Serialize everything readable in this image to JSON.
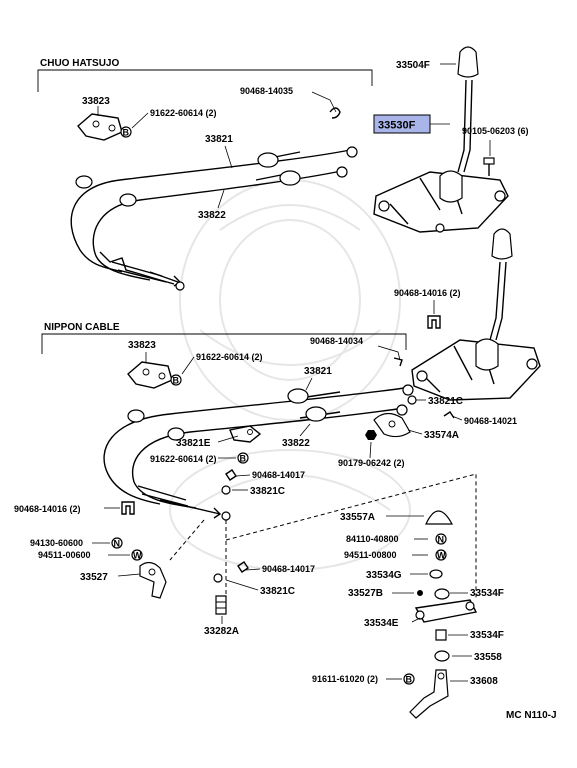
{
  "sections": {
    "top": "CHUO HATSUJO",
    "middle": "NIPPON CABLE"
  },
  "highlight": {
    "label": "33530F",
    "color": "#a9b4e8"
  },
  "footer_code": "MC N110-J",
  "labels": {
    "l33504F": "33504F",
    "l90105": "90105-06203 (6)",
    "l33823a": "33823",
    "l91622a": "91622-60614 (2)",
    "l90468_14035": "90468-14035",
    "l33821a": "33821",
    "l33822a": "33822",
    "l90468_14016a": "90468-14016 (2)",
    "l33823b": "33823",
    "l91622b": "91622-60614 (2)",
    "l90468_14034": "90468-14034",
    "l33821b": "33821",
    "l33821C_a": "33821C",
    "l90468_14021": "90468-14021",
    "l33574A": "33574A",
    "l33821E": "33821E",
    "l33822b": "33822",
    "l91622c": "91622-60614 (2)",
    "l90179": "90179-06242 (2)",
    "l90468_14017a": "90468-14017",
    "l33821C_b": "33821C",
    "l90468_14016b": "90468-14016 (2)",
    "l33557A": "33557A",
    "l94130": "94130-60600",
    "l94511a": "94511-00600",
    "l84110": "84110-40800",
    "l94511b": "94511-00800",
    "l33527": "33527",
    "l90468_14017b": "90468-14017",
    "l33534G": "33534G",
    "l33821C_c": "33821C",
    "l33527B": "33527B",
    "l33534F_a": "33534F",
    "l33282A": "33282A",
    "l33534E": "33534E",
    "l33534F_b": "33534F",
    "l33558": "33558",
    "l91611": "91611-61020 (2)",
    "l33608": "33608"
  },
  "callout_marks": {
    "B": "B",
    "N": "N",
    "W": "W"
  }
}
